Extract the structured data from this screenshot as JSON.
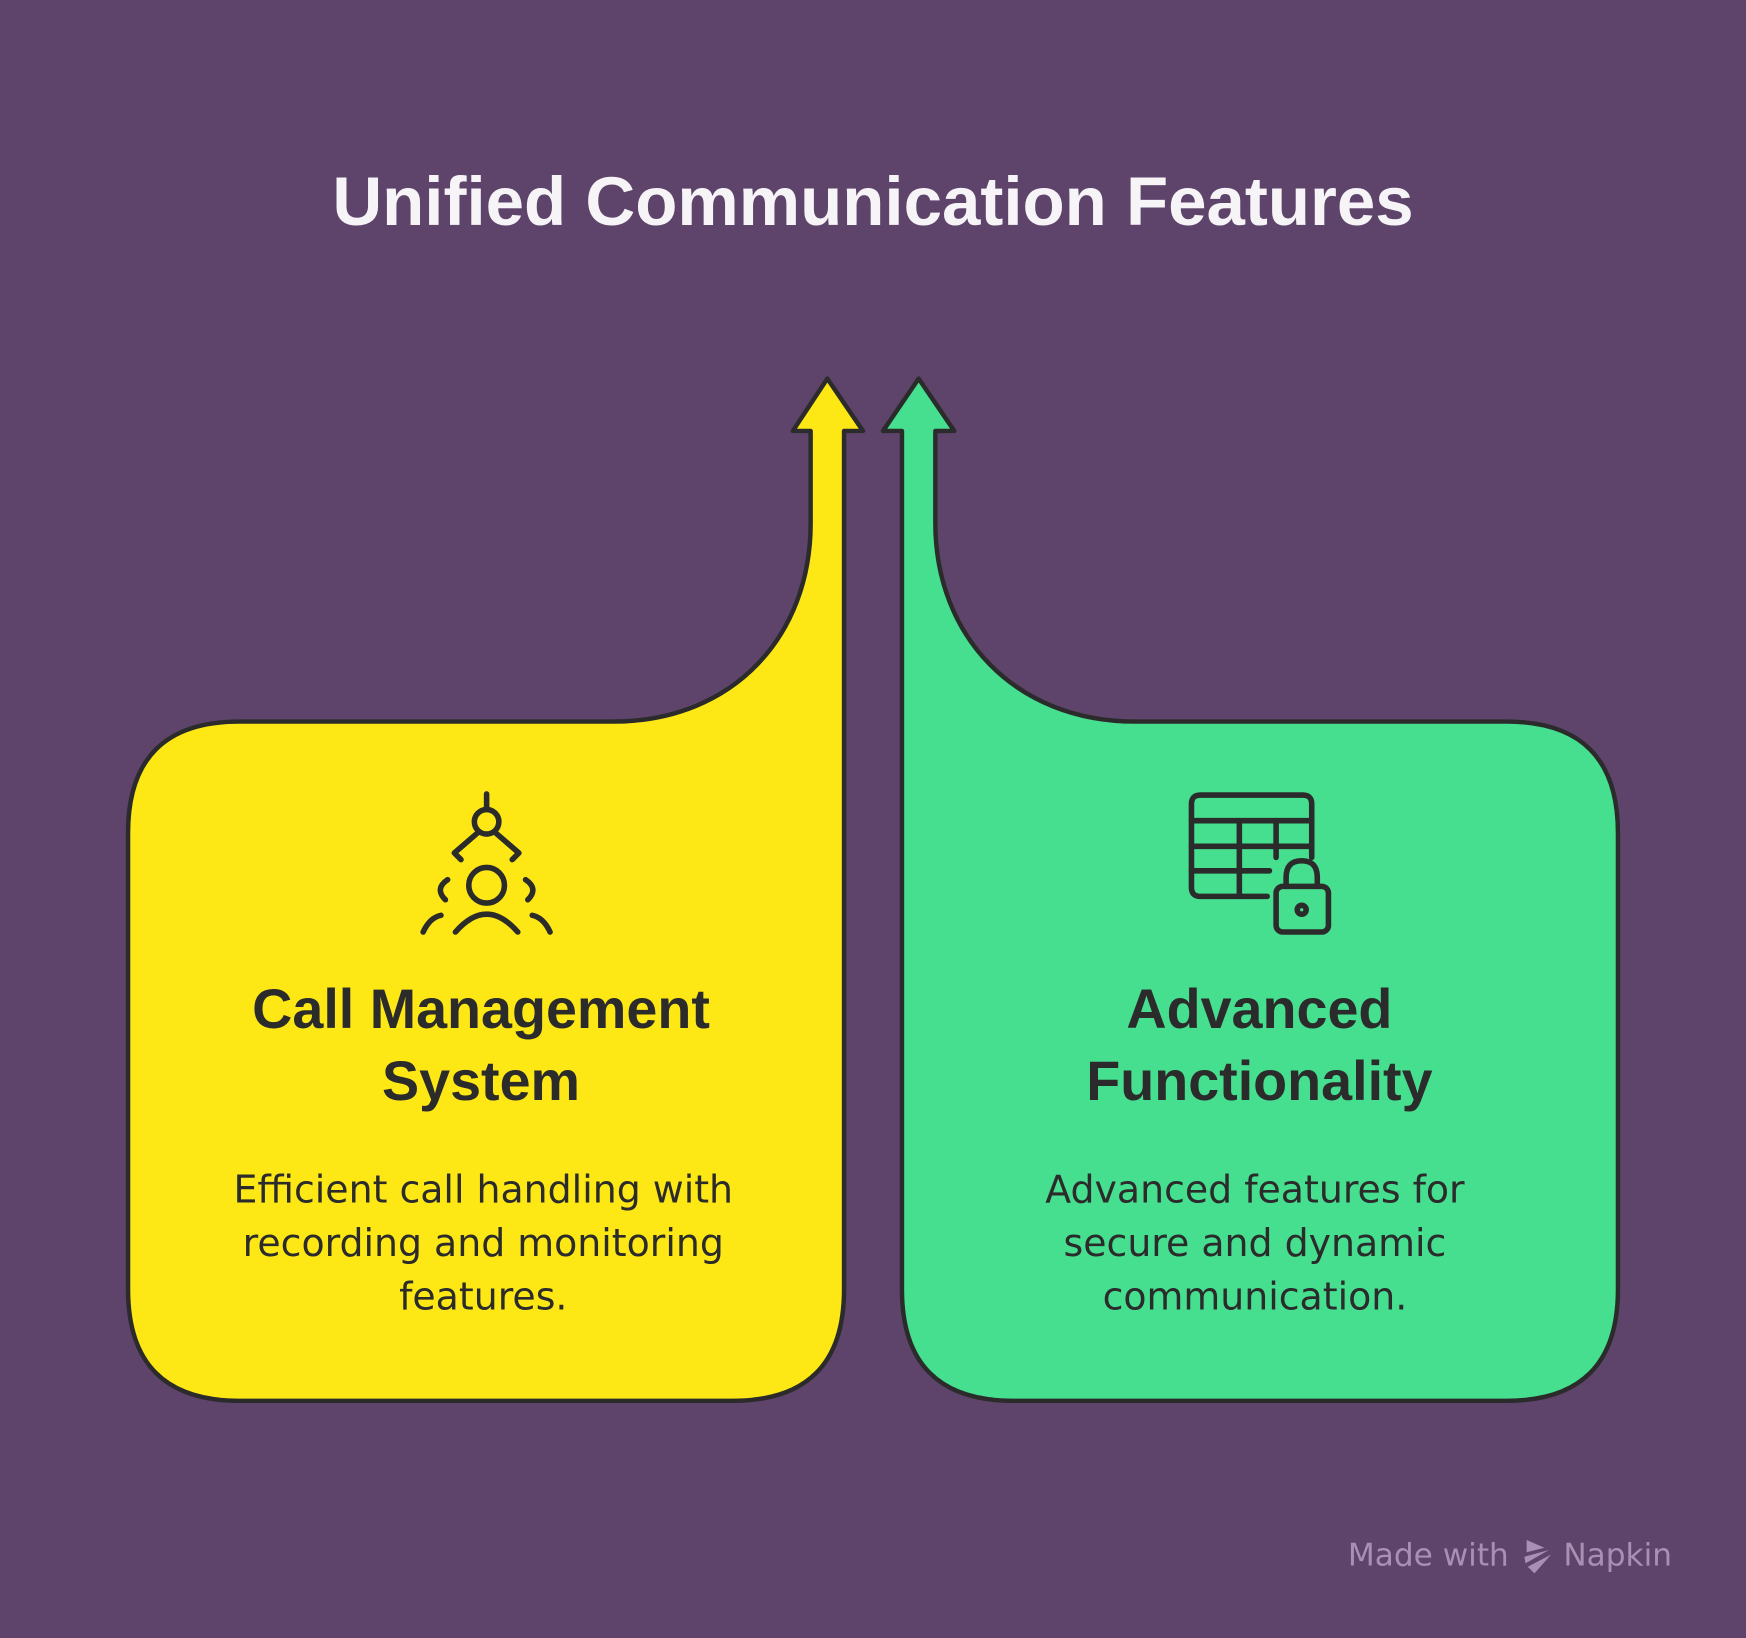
{
  "title": "Unified Communication Features",
  "colors": {
    "background": "#5e446a",
    "left": "#fde815",
    "right": "#46de8f",
    "outline": "#2b2b2b"
  },
  "cards": [
    {
      "icon": "robot-arm-users-icon",
      "heading": [
        "Call Management",
        "System"
      ],
      "description": [
        "Efficient call handling with",
        "recording and monitoring",
        "features."
      ]
    },
    {
      "icon": "table-lock-icon",
      "heading": [
        "Advanced",
        "Functionality"
      ],
      "description": [
        "Advanced features for",
        "secure and dynamic",
        "communication."
      ]
    }
  ],
  "watermark": {
    "prefix": "Made with",
    "brand": "Napkin"
  }
}
